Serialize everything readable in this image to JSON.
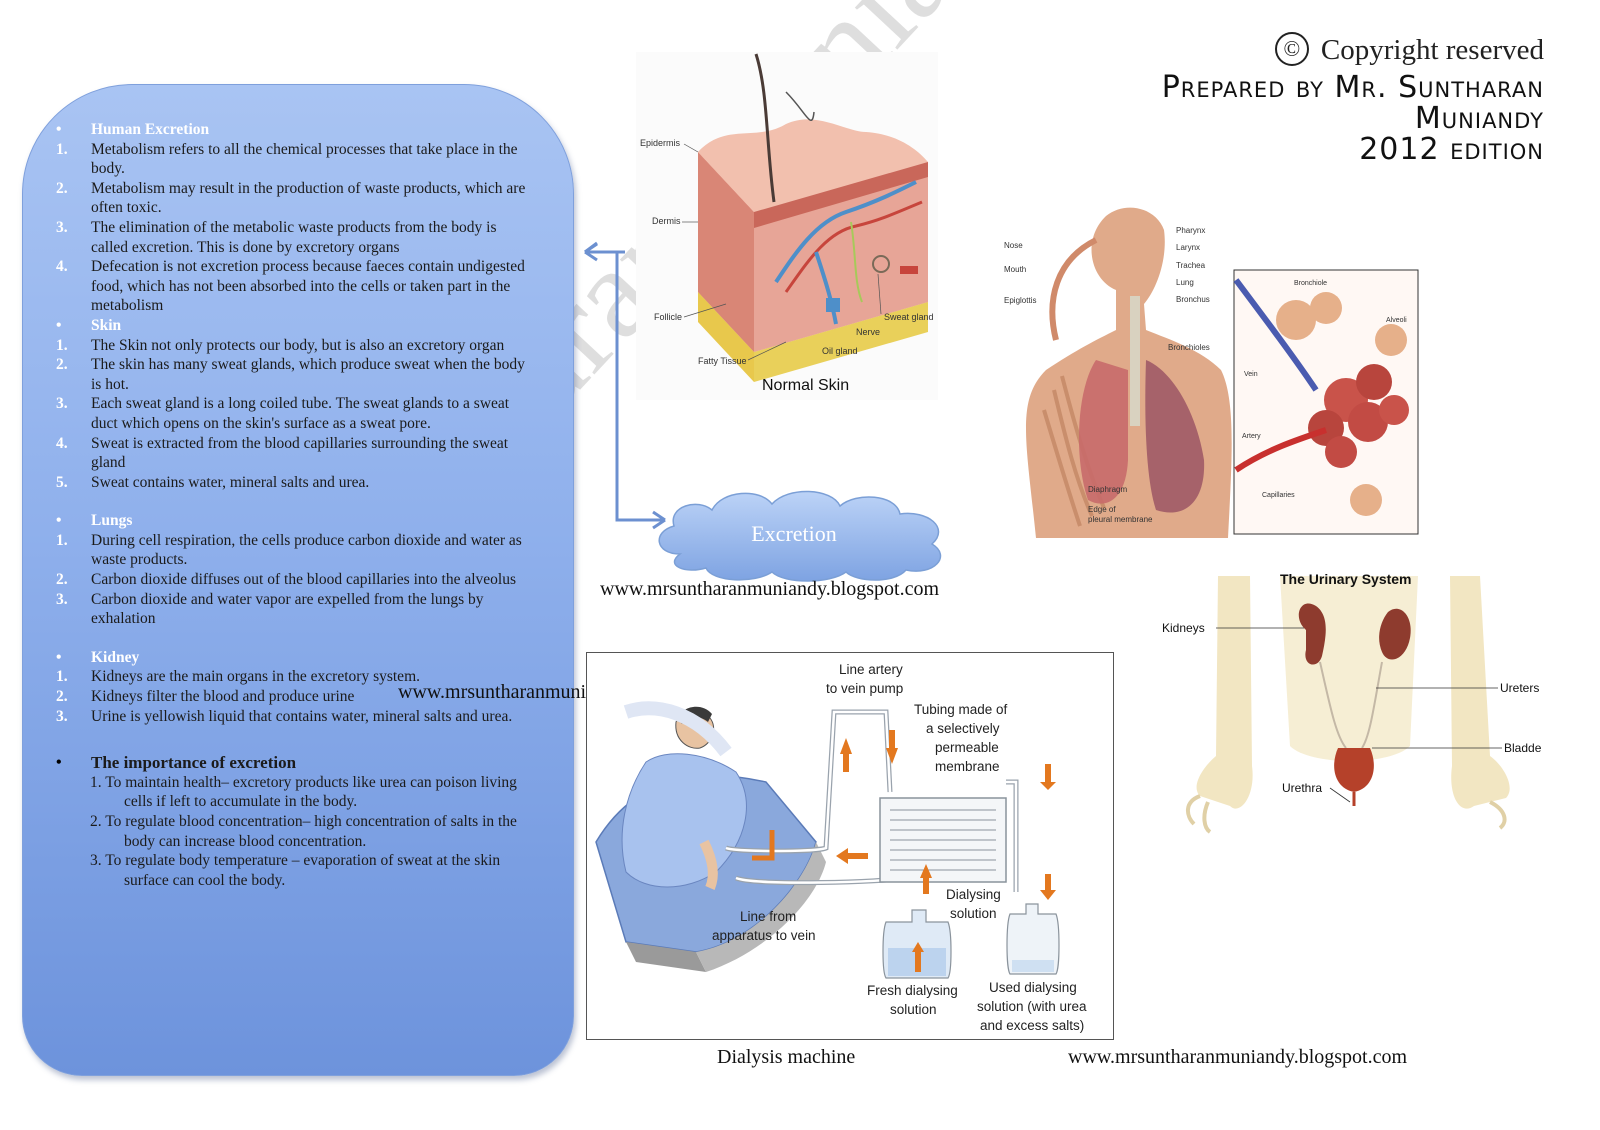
{
  "header": {
    "copyright_symbol": "©",
    "copyright_text": "Copyright reserved",
    "prepared_line1": "Prepared by Mr. Suntharan",
    "prepared_line2": "Muniandy",
    "edition": "2012 edition"
  },
  "watermark_text": "Suntharan Muniandy",
  "panel": {
    "sections": [
      {
        "heading": "Human Excretion",
        "items": [
          "Metabolism refers to all the chemical processes that take place in the body.",
          "Metabolism may result in the production of waste products, which are often toxic.",
          "The elimination of the metabolic waste products from the body is called excretion. This is done by excretory organs",
          "Defecation is not excretion process because faeces contain undigested food, which has not been absorbed into the cells or taken part in the metabolism"
        ]
      },
      {
        "heading": "Skin",
        "items": [
          "The Skin not only protects our body, but is also an excretory organ",
          "The skin has many sweat glands, which produce sweat when the body is hot.",
          "Each sweat gland is a long coiled tube. The sweat glands to a sweat duct which opens on the skin's surface as a sweat pore.",
          "Sweat is extracted from the blood capillaries surrounding the sweat gland",
          "Sweat contains water, mineral salts and urea."
        ]
      },
      {
        "heading": "Lungs",
        "items": [
          "During cell respiration, the cells produce carbon dioxide and water as waste products.",
          "Carbon dioxide diffuses out of the blood capillaries into the alveolus",
          "Carbon dioxide and water vapor are expelled from the lungs by exhalation"
        ]
      },
      {
        "heading": "Kidney",
        "items": [
          "Kidneys are the main organs in the excretory system.",
          "Kidneys filter the blood and produce urine",
          "Urine is yellowish liquid that contains water, mineral salts and urea."
        ]
      }
    ],
    "importance": {
      "heading": "The importance of excretion",
      "items": [
        "To maintain health– excretory products like urea can poison living cells if left to accumulate in the body.",
        "To regulate blood concentration– high concentration of salts in the body can increase blood concentration.",
        "To regulate body temperature – evaporation of sweat at the skin surface can cool the body."
      ]
    }
  },
  "cloud_label": "Excretion",
  "urls": {
    "middle": "www.mrsuntharanmuniandy.blogspot.com",
    "left_overlap": "www.mrsuntharanmuniandy.blogspot.com",
    "bottom": "www.mrsuntharanmuniandy.blogspot.com"
  },
  "skin_diagram": {
    "title": "Normal Skin",
    "labels": [
      "Epidermis",
      "Dermis",
      "Follicle",
      "Fatty Tissue",
      "Oil gland",
      "Nerve",
      "Sweat gland"
    ]
  },
  "respiratory_diagram": {
    "labels": [
      "Nose",
      "Mouth",
      "Epiglottis",
      "Pharynx",
      "Larynx",
      "Trachea",
      "Lung",
      "Bronchus",
      "Bronchioles",
      "Diaphragm",
      "Edge of",
      "pleural membrane"
    ],
    "inset_labels": [
      "Bronchiole",
      "Alveoli",
      "Vein",
      "Artery",
      "Capillaries"
    ]
  },
  "urinary_diagram": {
    "title": "The Urinary System",
    "labels": [
      "Kidneys",
      "Ureters",
      "Bladde",
      "Urethra"
    ]
  },
  "dialysis_diagram": {
    "caption": "Dialysis machine",
    "labels": {
      "pump1": "Line artery",
      "pump2": "to vein pump",
      "tubing1": "Tubing made of",
      "tubing2": "a selectively",
      "tubing3": "permeable",
      "tubing4": "membrane",
      "dsol1": "Dialysing",
      "dsol2": "solution",
      "line1": "Line from",
      "line2": "apparatus to vein",
      "fresh1": "Fresh dialysing",
      "fresh2": "solution",
      "used1": "Used dialysing",
      "used2": "solution (with urea",
      "used3": "and excess salts)"
    }
  }
}
